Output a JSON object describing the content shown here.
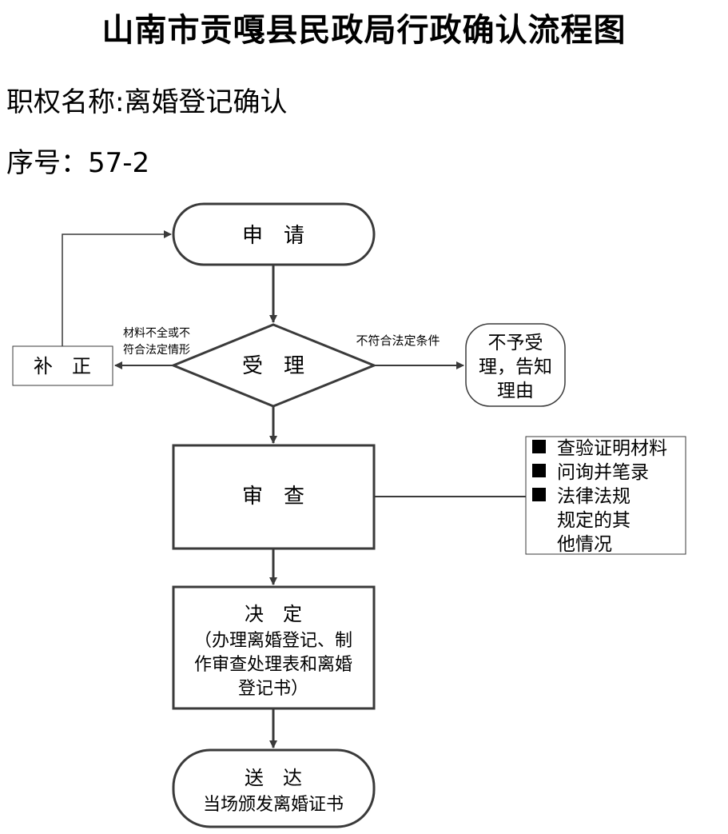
{
  "page": {
    "title": "山南市贡嘎县民政局行政确认流程图",
    "power_label": "职权名称:",
    "power_name": "离婚登记确认",
    "serial_label": "序号：",
    "serial_value": "57-2"
  },
  "flow": {
    "apply": "申　请",
    "accept": "受　理",
    "supplement": "补　正",
    "reject": [
      "不予受",
      "理，告知",
      "理由"
    ],
    "review": "审　查",
    "decide_title": "决　定",
    "decide_detail": [
      "（办理离婚登记、制",
      "作审查处理表和离婚",
      "登记书）"
    ],
    "deliver_title": "送　达",
    "deliver_detail": "当场颁发离婚证书",
    "left_condition": [
      "材料不全或不",
      "符合法定情形"
    ],
    "right_condition": "不符合法定条件",
    "review_notes": [
      {
        "bullet": true,
        "text": "查验证明材料"
      },
      {
        "bullet": true,
        "text": "问询并笔录"
      },
      {
        "bullet": true,
        "text": "法律法规"
      },
      {
        "bullet": false,
        "text": "规定的其"
      },
      {
        "bullet": false,
        "text": "他情况"
      }
    ]
  },
  "colors": {
    "stroke": "#3a3a3a",
    "text": "#000000",
    "background": "#ffffff"
  }
}
